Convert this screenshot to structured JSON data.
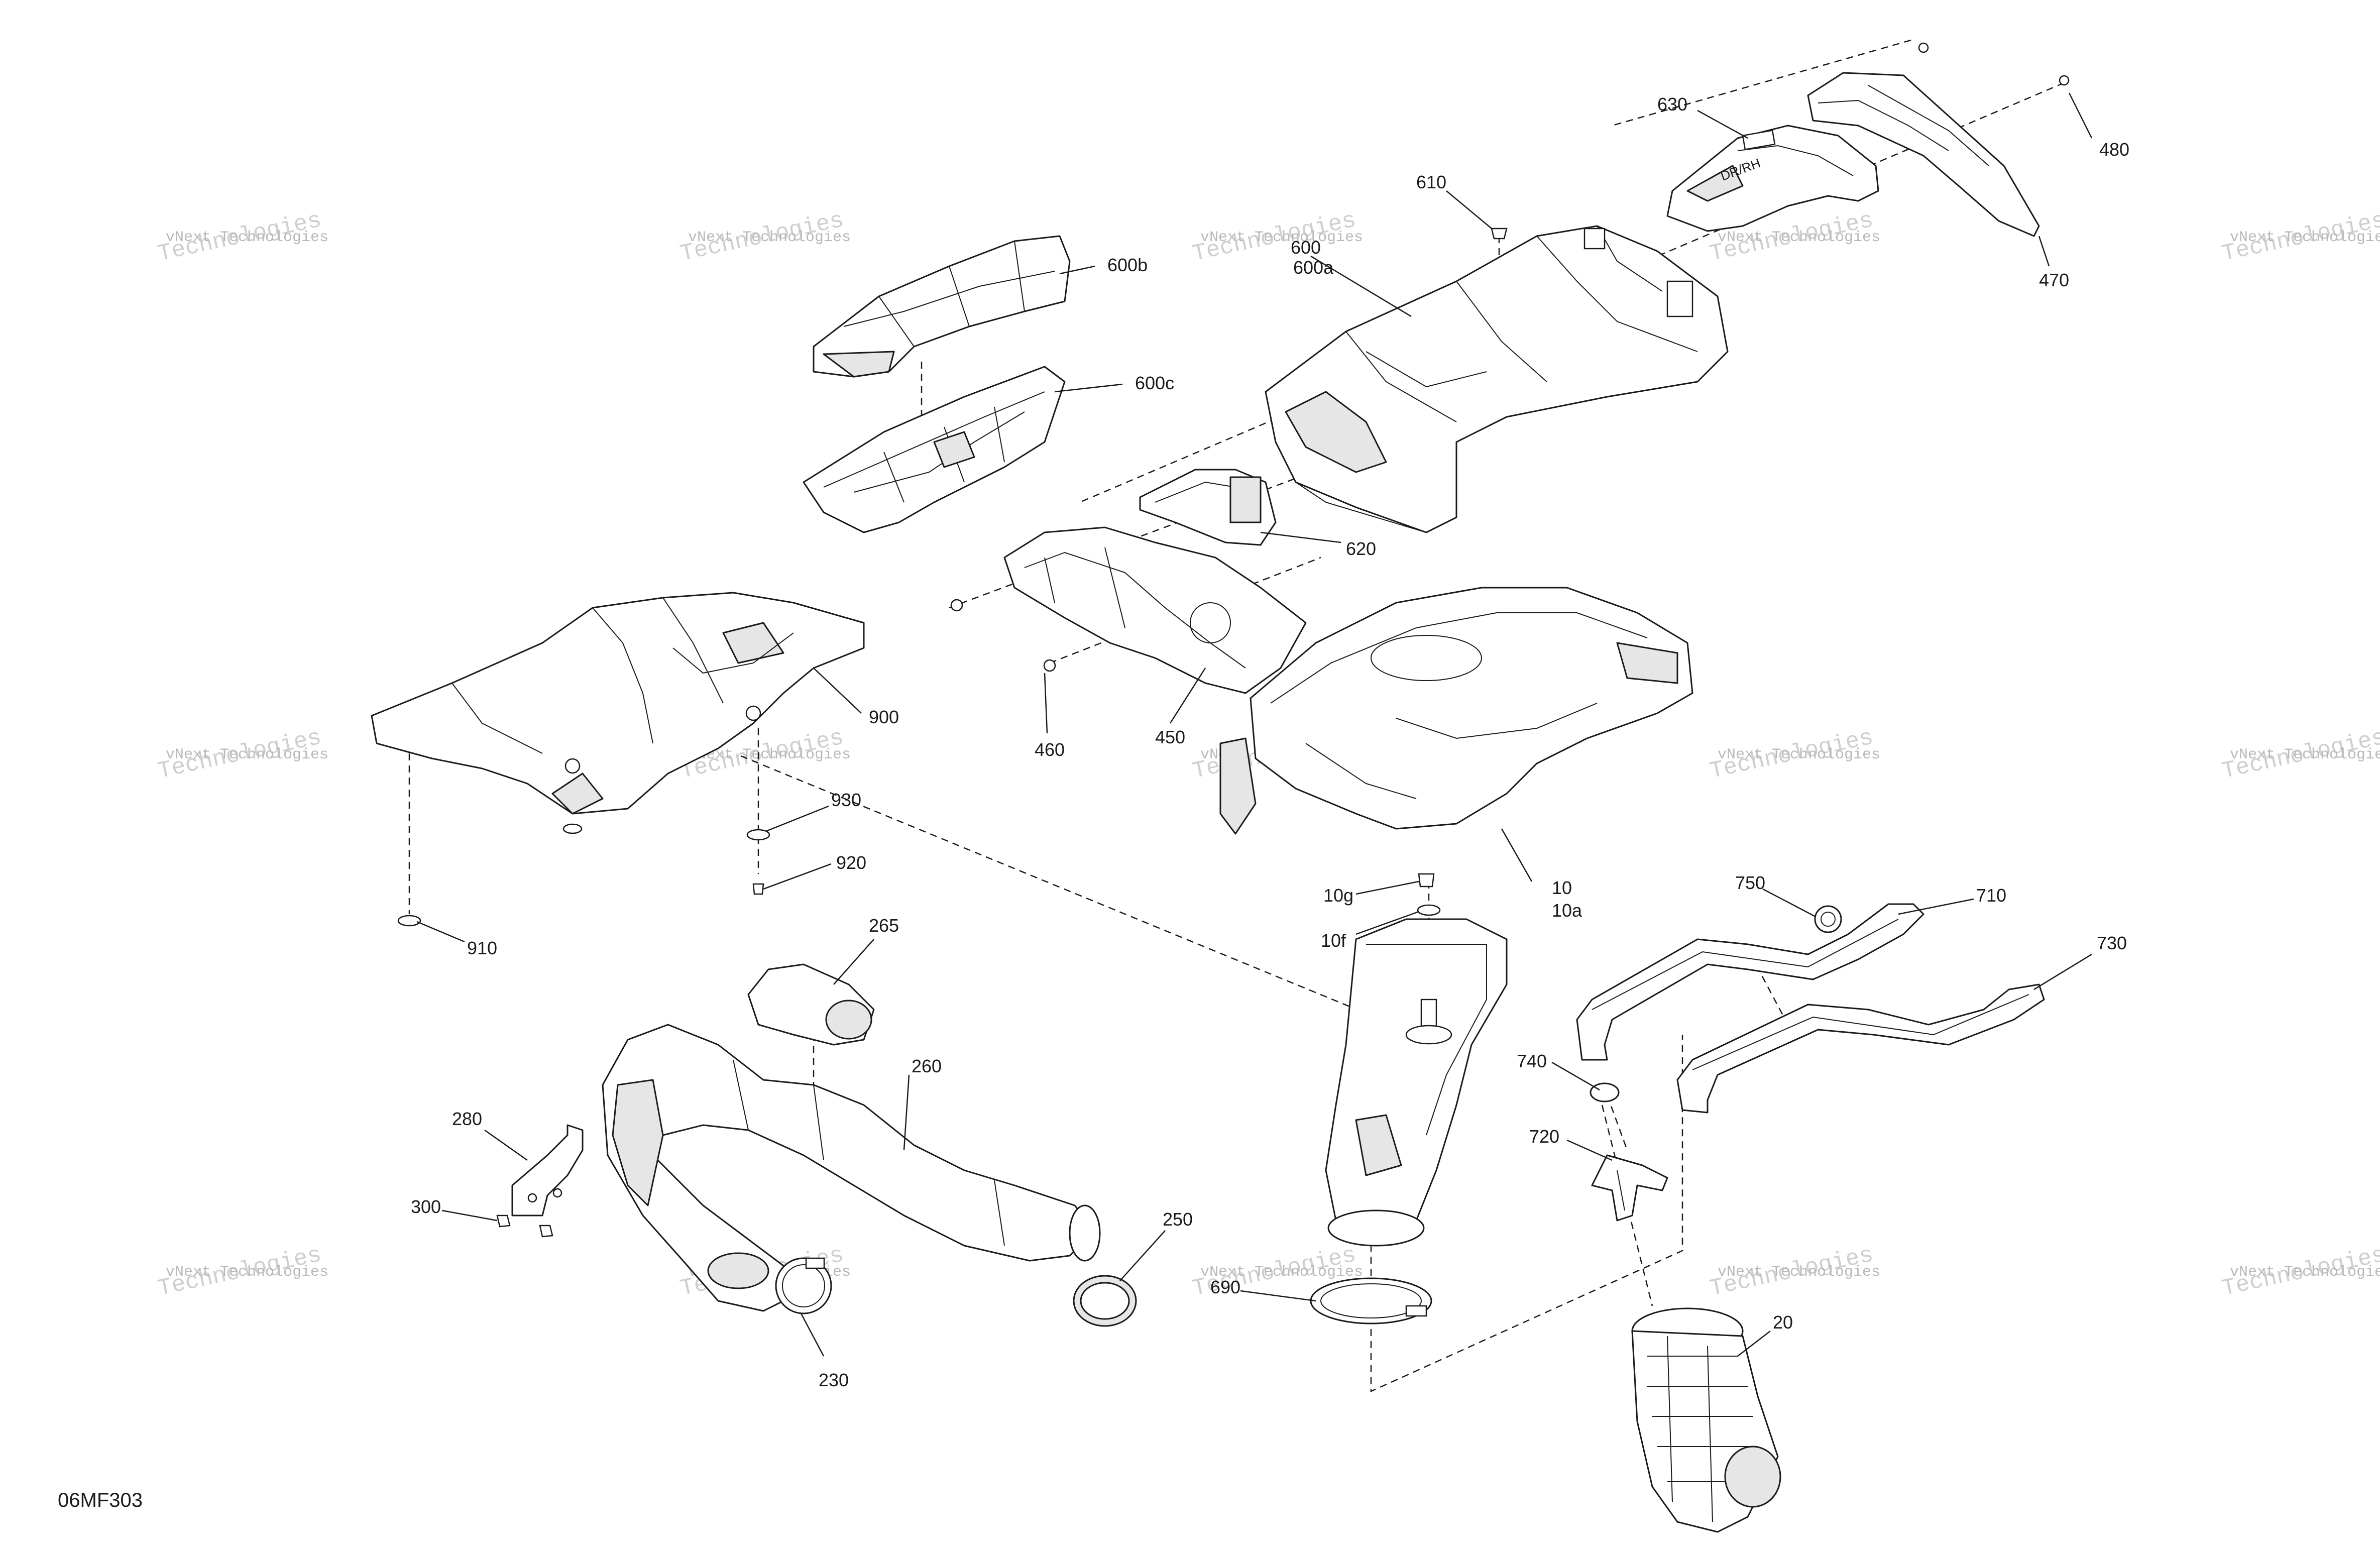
{
  "diagram_code": "06MF303",
  "watermark": {
    "line1": "vNext Technologies",
    "line2": "Technologies"
  },
  "callouts": [
    {
      "id": "480",
      "label": "480"
    },
    {
      "id": "630",
      "label": "630"
    },
    {
      "id": "470",
      "label": "470"
    },
    {
      "id": "610",
      "label": "610"
    },
    {
      "id": "600",
      "label": "600"
    },
    {
      "id": "600a",
      "label": "600a"
    },
    {
      "id": "600b",
      "label": "600b"
    },
    {
      "id": "600c",
      "label": "600c"
    },
    {
      "id": "620",
      "label": "620"
    },
    {
      "id": "450",
      "label": "450"
    },
    {
      "id": "460",
      "label": "460"
    },
    {
      "id": "900",
      "label": "900"
    },
    {
      "id": "930",
      "label": "930"
    },
    {
      "id": "920",
      "label": "920"
    },
    {
      "id": "910",
      "label": "910"
    },
    {
      "id": "10",
      "label": "10"
    },
    {
      "id": "10a",
      "label": "10a"
    },
    {
      "id": "10g",
      "label": "10g"
    },
    {
      "id": "10f",
      "label": "10f"
    },
    {
      "id": "750",
      "label": "750"
    },
    {
      "id": "710",
      "label": "710"
    },
    {
      "id": "730",
      "label": "730"
    },
    {
      "id": "740",
      "label": "740"
    },
    {
      "id": "720",
      "label": "720"
    },
    {
      "id": "265",
      "label": "265"
    },
    {
      "id": "260",
      "label": "260"
    },
    {
      "id": "280",
      "label": "280"
    },
    {
      "id": "300",
      "label": "300"
    },
    {
      "id": "250",
      "label": "250"
    },
    {
      "id": "230",
      "label": "230"
    },
    {
      "id": "690",
      "label": "690"
    },
    {
      "id": "20",
      "label": "20"
    }
  ]
}
